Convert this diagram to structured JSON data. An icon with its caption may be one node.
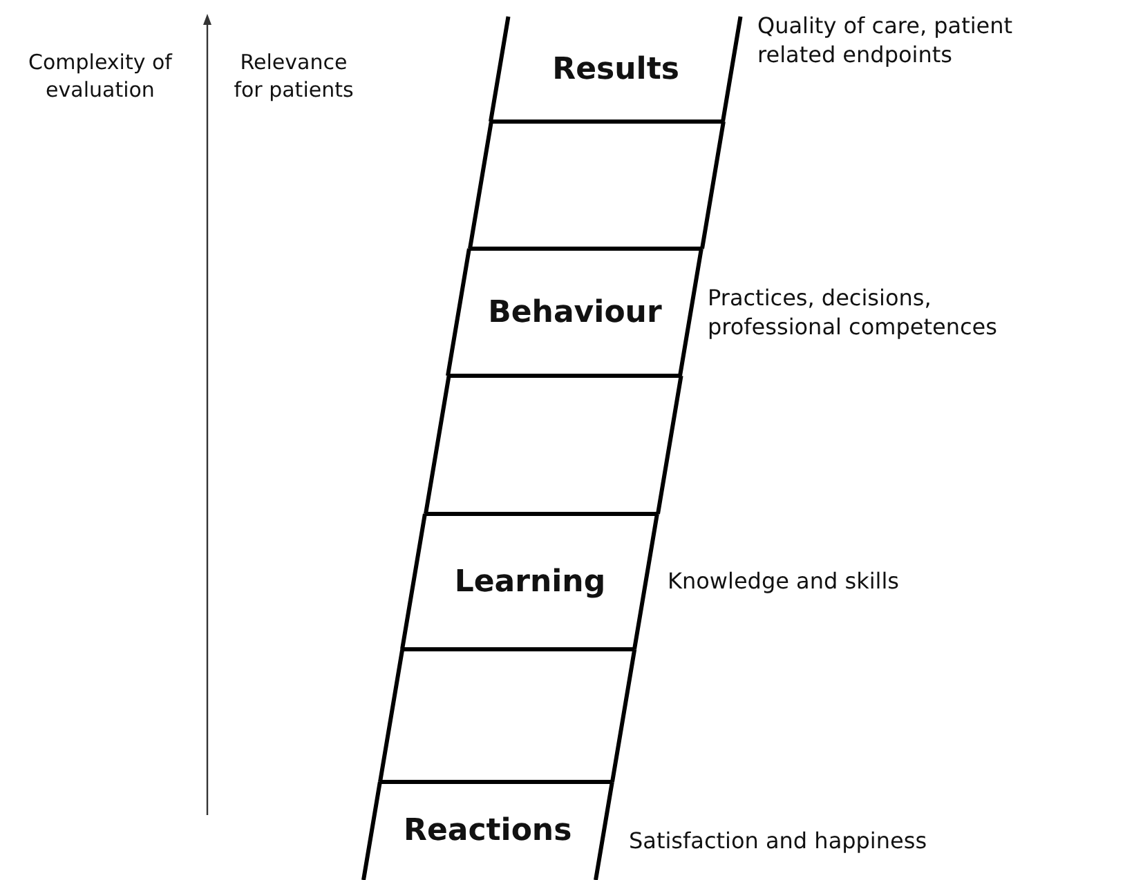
{
  "diagram": {
    "nodes": [
      {
        "text": [
          "Results"
        ],
        "beside": [
          "Quality of care, patient related endpoints"
        ]
      },
      {
        "text": [],
        "shape": "box"
      },
      {
        "text": [
          "Behaviour"
        ],
        "beside": [
          "Practices, decisions, professional competences"
        ]
      },
      {
        "text": [],
        "shape": "box"
      },
      {
        "text": [
          "Learning"
        ],
        "beside": [
          "Knowledge and skills"
        ]
      },
      {
        "text": [],
        "shape": "box"
      },
      {
        "text": [
          "Reactions"
        ],
        "beside": [
          "Satisfaction and happiness"
        ]
      }
    ],
    "edges": [],
    "labels": [
      "Complexity of evaluation",
      "Relevance for patients"
    ]
  }
}
